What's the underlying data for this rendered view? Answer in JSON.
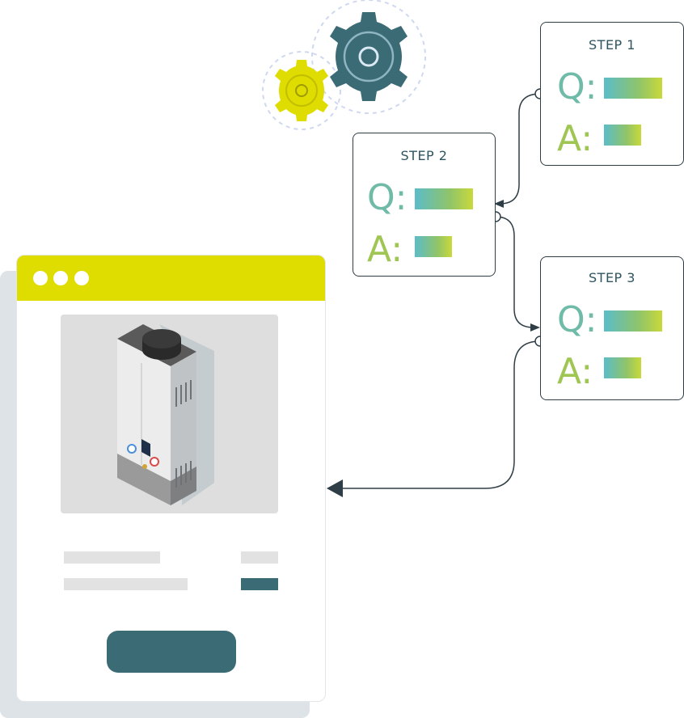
{
  "steps": [
    {
      "title": "STEP 1",
      "q_label": "Q:",
      "a_label": "A:"
    },
    {
      "title": "STEP 2",
      "q_label": "Q:",
      "a_label": "A:"
    },
    {
      "title": "STEP 3",
      "q_label": "Q:",
      "a_label": "A:"
    }
  ],
  "colors": {
    "teal": "#3b6b74",
    "yellow": "#dfdc00",
    "q_green": "#6fbba8",
    "a_green": "#9fc653",
    "gray_bg": "#dedede",
    "card_border": "#2f3e46"
  },
  "icons": [
    "large-gear-icon",
    "small-gear-icon",
    "water-heater-icon",
    "arrow-head-icon"
  ]
}
